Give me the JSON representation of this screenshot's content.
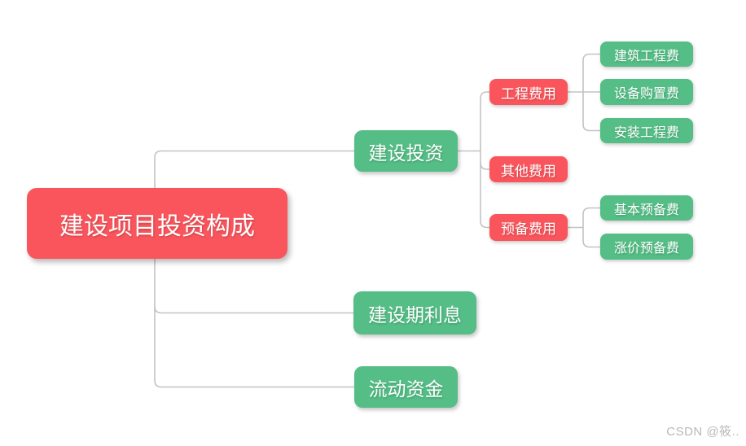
{
  "tree": {
    "root": {
      "label": "建设项目投资构成",
      "children": [
        {
          "label": "建设投资",
          "children": [
            {
              "label": "工程费用",
              "children": [
                {
                  "label": "建筑工程费"
                },
                {
                  "label": "设备购置费"
                },
                {
                  "label": "安装工程费"
                }
              ]
            },
            {
              "label": "其他费用"
            },
            {
              "label": "预备费用",
              "children": [
                {
                  "label": "基本预备费"
                },
                {
                  "label": "涨价预备费"
                }
              ]
            }
          ]
        },
        {
          "label": "建设期利息"
        },
        {
          "label": "流动资金"
        }
      ]
    }
  },
  "colors": {
    "root_red": "#fa555c",
    "branch_red": "#fa555c",
    "node_green": "#54be86",
    "connector": "#c3c3c3",
    "node_text": "#ffffff",
    "canvas_bg": "#ffffff",
    "watermark": "#b9b9b9"
  },
  "watermark": {
    "text": "CSDN @筱.."
  }
}
